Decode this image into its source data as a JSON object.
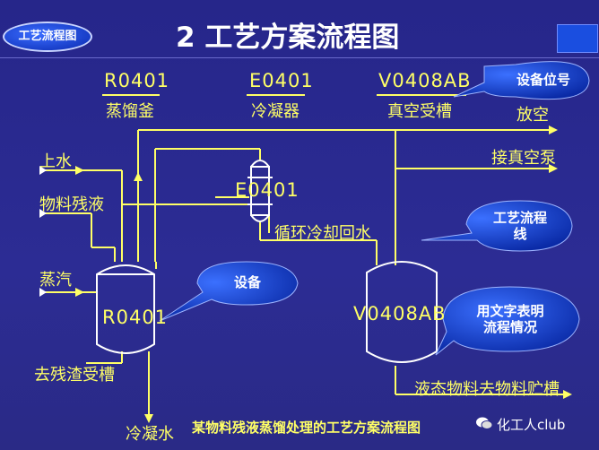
{
  "header": {
    "badge": "工艺流程图",
    "title": "2  工艺方案流程图"
  },
  "equipment_tags": {
    "reactor_tag": "R0401",
    "reactor_name": "蒸馏釜",
    "condenser_tag": "E0401",
    "condenser_name": "冷凝器",
    "receiver_tag": "V0408AB",
    "receiver_name": "真空受槽"
  },
  "streams": {
    "vent": "放空",
    "vacuum_pump": "接真空泵",
    "water_in": "上水",
    "feed": "物料残液",
    "steam": "蒸汽",
    "residue": "去残渣受槽",
    "condensate": "冷凝水",
    "cooling_return": "循环冷却回水",
    "product": "液态物料去物料贮槽"
  },
  "vessel_labels": {
    "condenser": "E0401",
    "reactor": "R0401",
    "receiver": "V0408AB"
  },
  "callouts": {
    "position": "设备位号",
    "line": "工艺流程\n线",
    "equipment": "设备",
    "text": "用文字表明\n流程情况"
  },
  "caption": "某物料残液蒸馏处理的工艺方案流程图",
  "watermark": "化工人club",
  "colors": {
    "background": "#2a2a8c",
    "line": "#ffff66",
    "vessel": "#ffffff",
    "bubble": "#1f4fd8"
  }
}
